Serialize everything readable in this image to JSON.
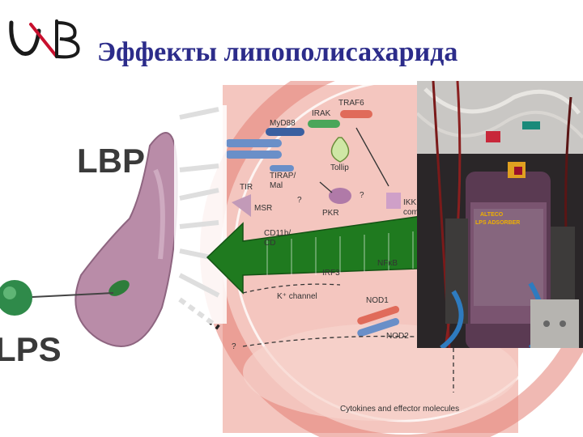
{
  "slide": {
    "title": "Эффекты липополисахарида"
  },
  "logo": {
    "text": "UB"
  },
  "diagram": {
    "lbp_label": "LBP",
    "lps_label": "LPS",
    "labels": {
      "traf6": "TRAF6",
      "irak": "IRAK",
      "myd88": "MyD88",
      "tollip": "Tollip",
      "tir": "TIR",
      "tirap": "TIRAP/",
      "mal": "Mal",
      "msr": "MSR",
      "pkr": "PKR",
      "ikk": "IKK",
      "ikk_complex": "com",
      "cd11b": "CD11b/",
      "cd18": "CD",
      "irf3": "IRF3",
      "nfkb": "NFκB",
      "k_channel": "K⁺ channel",
      "nod1": "NOD1",
      "nod2": "NOD2",
      "question": "?",
      "cytokines": "Cytokines and effector molecules"
    }
  },
  "photo": {
    "device_label_line1": "ALTECO",
    "device_label_line2": "LPS ADSORBER"
  },
  "colors": {
    "title": "#2c2c8a",
    "arrow": "#1f7a1f",
    "lbp": "#a77a96",
    "cell": "#f2b8b0"
  }
}
